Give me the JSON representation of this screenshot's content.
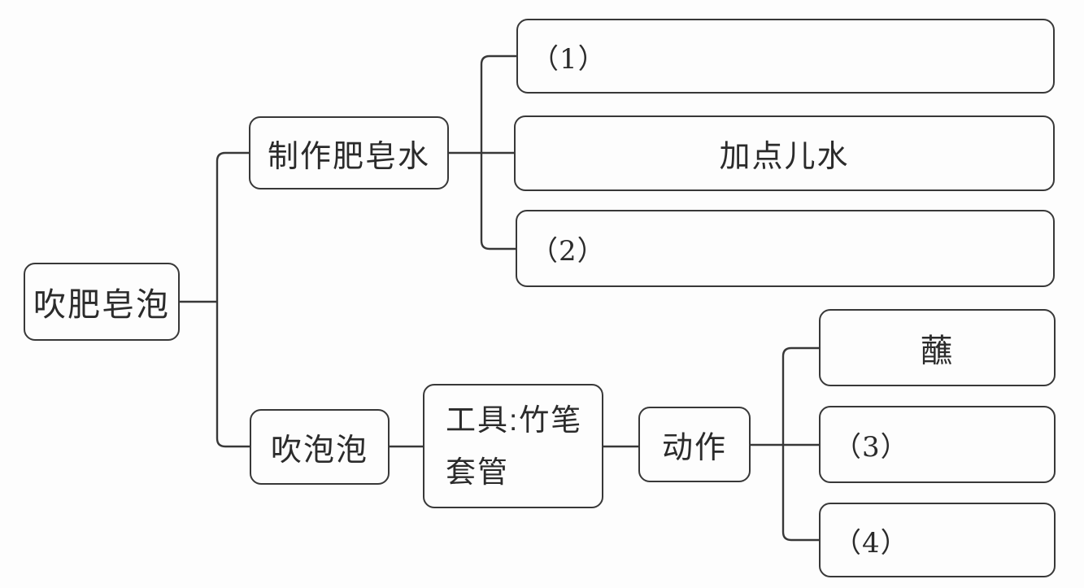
{
  "colors": {
    "line": "#383838",
    "text": "#2b2b2b",
    "background": "#fdfdfd"
  },
  "nodes": {
    "root": {
      "label": "吹肥皂泡"
    },
    "make_soap_water": {
      "label": "制作肥皂水"
    },
    "step1": {
      "label": "（1）"
    },
    "add_water": {
      "label": "加点儿水"
    },
    "step2": {
      "label": "（2）"
    },
    "blow_bubbles": {
      "label": "吹泡泡"
    },
    "tool": {
      "line1": "工具:竹笔",
      "line2": "套管"
    },
    "action": {
      "label": "动作"
    },
    "dip": {
      "label": "蘸"
    },
    "step3": {
      "label": "（3）"
    },
    "step4": {
      "label": "（4）"
    }
  }
}
